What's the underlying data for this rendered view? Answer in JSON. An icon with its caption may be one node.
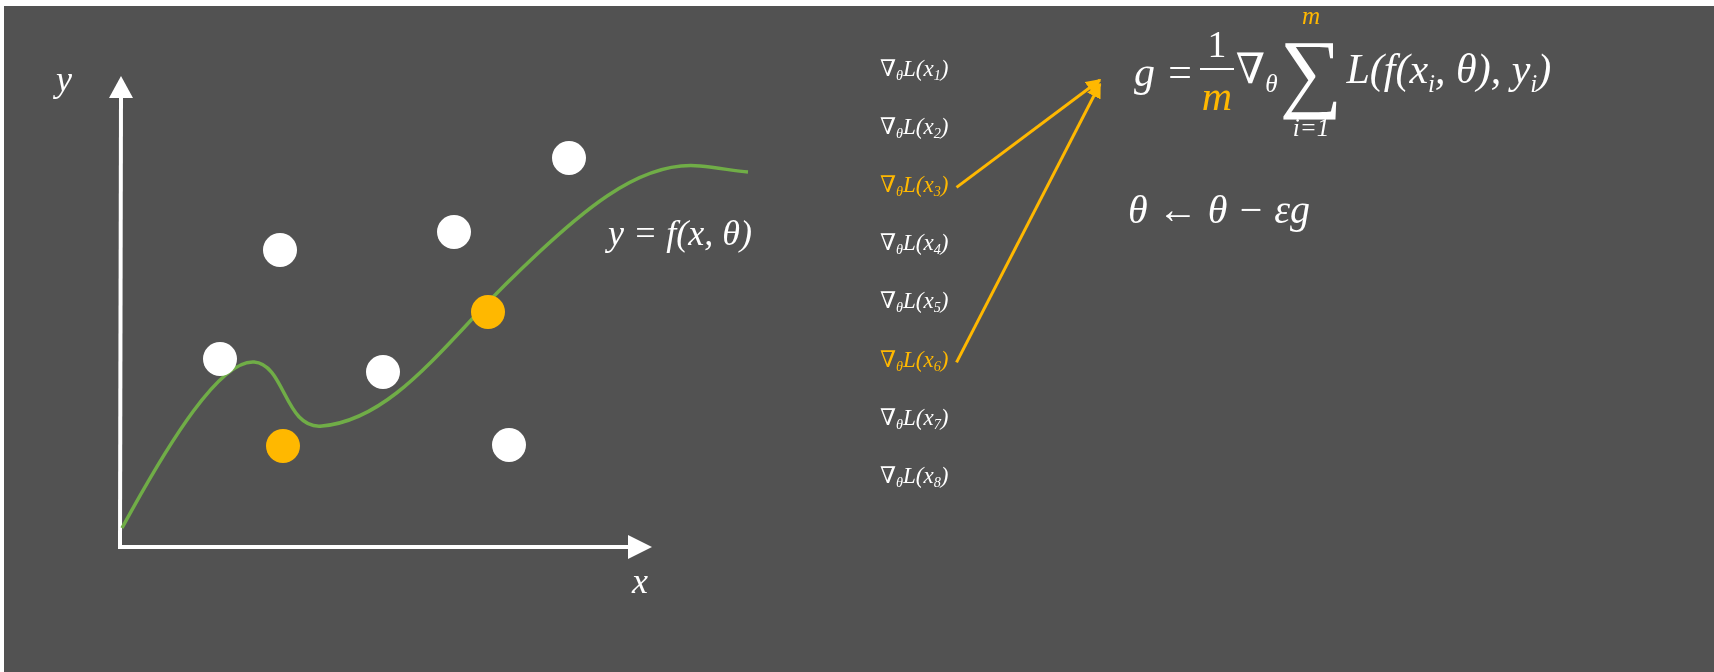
{
  "diagram": {
    "nodes": [
      {
        "text": [
          "∇$_{θ}$L(x$_{3}$)"
        ]
      },
      {
        "text": [
          "∇$_{θ}$L(x$_{6}$)"
        ]
      },
      {
        "text": [
          "g =",
          "1",
          "m",
          "∇$_{θ}$",
          "m",
          "∑",
          "i=1",
          "L(f(x$_{i}$, θ), y$_{i}$)"
        ]
      }
    ],
    "edges": [
      {
        "from": 0,
        "to": 2,
        "arrow": "to"
      },
      {
        "from": 1,
        "to": 2,
        "arrow": "to"
      }
    ],
    "labels": [
      "y",
      "y = f(x, θ)",
      "x",
      "∇$_{θ}$L(x$_{1}$)",
      "∇$_{θ}$L(x$_{2}$)",
      "∇$_{θ}$L(x$_{4}$)",
      "∇$_{θ}$L(x$_{5}$)",
      "∇$_{θ}$L(x$_{7}$)",
      "∇$_{θ}$L(x$_{8}$)",
      "θ ← θ − εg"
    ]
  }
}
